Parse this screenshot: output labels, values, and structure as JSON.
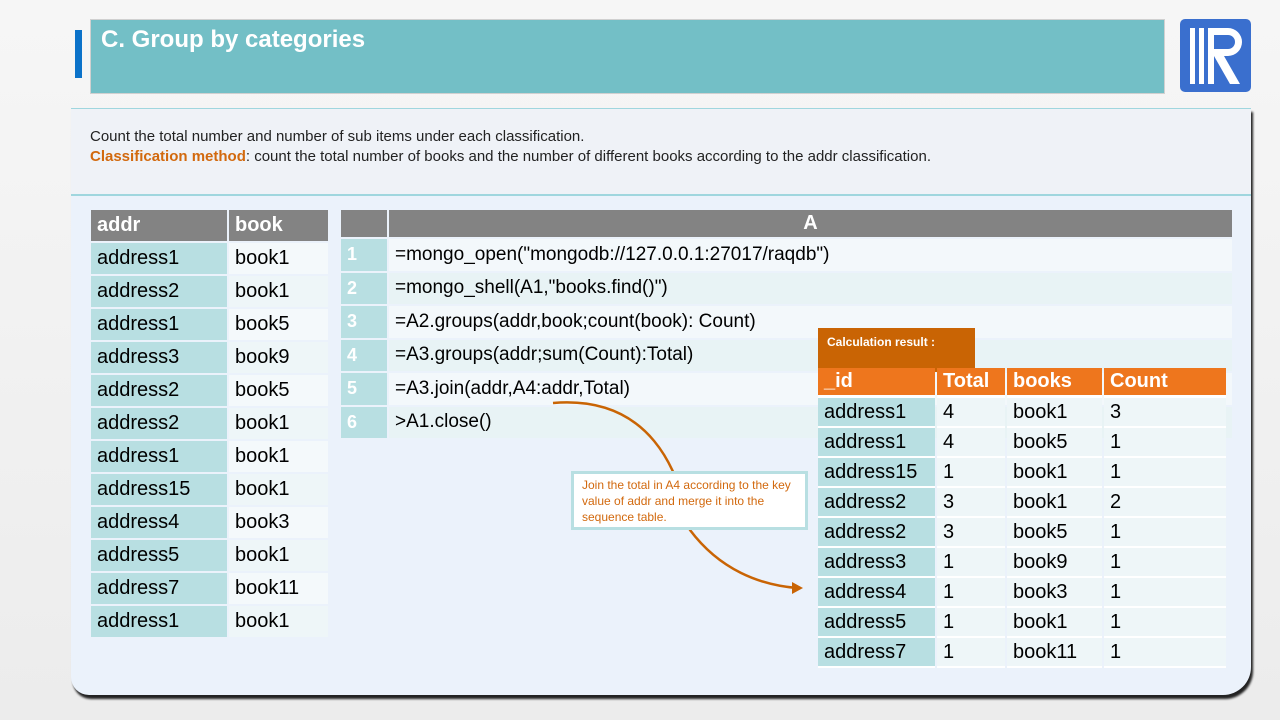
{
  "header": {
    "title": "C. Group by categories",
    "logo": "R"
  },
  "description": {
    "line1": "Count the total number and number of sub items under each classification.",
    "method_label": "Classification method",
    "method_text": ": count the total number of books and the number of different books according to the addr classification."
  },
  "source_table": {
    "columns": [
      "addr",
      "book"
    ],
    "rows": [
      [
        "address1",
        "book1"
      ],
      [
        "address2",
        "book1"
      ],
      [
        "address1",
        "book5"
      ],
      [
        "address3",
        "book9"
      ],
      [
        "address2",
        "book5"
      ],
      [
        "address2",
        "book1"
      ],
      [
        "address1",
        "book1"
      ],
      [
        "address15",
        "book1"
      ],
      [
        "address4",
        "book3"
      ],
      [
        "address5",
        "book1"
      ],
      [
        "address7",
        "book11"
      ],
      [
        "address1",
        "book1"
      ]
    ]
  },
  "code_grid": {
    "column": "A",
    "rows": [
      [
        "1",
        "=mongo_open(\"mongodb://127.0.0.1:27017/raqdb\")"
      ],
      [
        "2",
        "=mongo_shell(A1,\"books.find()\")"
      ],
      [
        "3",
        "=A2.groups(addr,book;count(book):  Count)"
      ],
      [
        "4",
        "=A3.groups(addr;sum(Count):Total)"
      ],
      [
        "5",
        "=A3.join(addr,A4:addr,Total)"
      ],
      [
        "6",
        ">A1.close()"
      ]
    ]
  },
  "result": {
    "label": "Calculation result :",
    "columns": [
      "_id",
      "Total",
      "books",
      "Count"
    ],
    "rows": [
      [
        "address1",
        "4",
        "book1",
        "3"
      ],
      [
        "address1",
        "4",
        "book5",
        "1"
      ],
      [
        "address15",
        "1",
        "book1",
        "1"
      ],
      [
        "address2",
        "3",
        "book1",
        "2"
      ],
      [
        "address2",
        "3",
        "book5",
        "1"
      ],
      [
        "address3",
        "1",
        "book9",
        "1"
      ],
      [
        "address4",
        "1",
        "book3",
        "1"
      ],
      [
        "address5",
        "1",
        "book1",
        "1"
      ],
      [
        "address7",
        "1",
        "book11",
        "1"
      ]
    ]
  },
  "tooltip": "Join the total in A4 according to the key value of addr and merge it into the sequence table.",
  "colors": {
    "title_bg": "#73bfc6",
    "accent": "#ee761d",
    "cell": "#b8dfe2"
  }
}
